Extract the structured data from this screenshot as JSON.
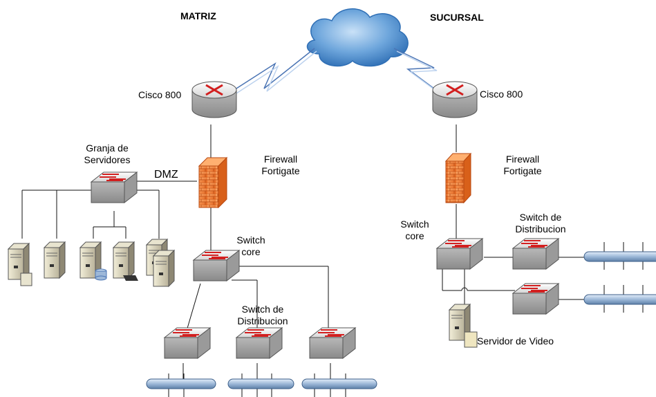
{
  "headings": {
    "left": "MATRIZ",
    "right": "SUCURSAL"
  },
  "left_site": {
    "router": "Cisco 800",
    "firewall": [
      "Firewall",
      "Fortigate"
    ],
    "server_farm": [
      "Granja de",
      "Servidores"
    ],
    "dmz": "DMZ",
    "core_switch": [
      "Switch",
      "core"
    ],
    "distribution_switch": [
      "Switch de",
      "Distribucion"
    ]
  },
  "right_site": {
    "router": "Cisco 800",
    "firewall": [
      "Firewall",
      "Fortigate"
    ],
    "core_switch": [
      "Switch",
      "core"
    ],
    "distribution_switch": [
      "Switch de",
      "Distribucion"
    ],
    "video_server": "Servidor de Video"
  },
  "colors": {
    "cloud": "#4a86c8",
    "firewall": "#f07a2a",
    "router": "#c8c8c8",
    "arrow": "#d21f1f",
    "bus": "#9db8d8"
  }
}
